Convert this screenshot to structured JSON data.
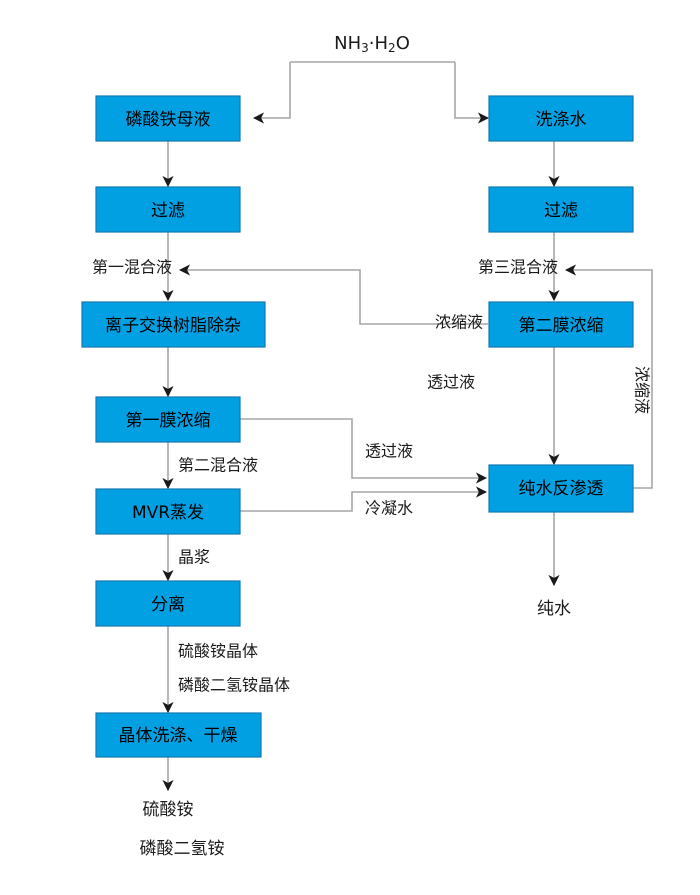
{
  "diagram": {
    "title": "NH3·H2O",
    "title_parts": {
      "a": "NH",
      "a_sub": "3",
      "mid": "·H",
      "b_sub": "2",
      "b": "O"
    },
    "colors": {
      "node_fill": "#00A0E3",
      "node_stroke": "#1577b5",
      "edge": "#a6a6a6",
      "text": "#1a1a1a",
      "background": "#ffffff"
    },
    "nodes": [
      {
        "id": "n1",
        "label": "磷酸铁母液"
      },
      {
        "id": "n2",
        "label": "过滤"
      },
      {
        "id": "n3",
        "label": "离子交换树脂除杂"
      },
      {
        "id": "n4",
        "label": "第一膜浓缩"
      },
      {
        "id": "n5",
        "label": "MVR蒸发"
      },
      {
        "id": "n6",
        "label": "分离"
      },
      {
        "id": "n7",
        "label": "晶体洗涤、干燥"
      },
      {
        "id": "n8",
        "label": "洗涤水"
      },
      {
        "id": "n9",
        "label": "过滤"
      },
      {
        "id": "n10",
        "label": "第二膜浓缩"
      },
      {
        "id": "n11",
        "label": "纯水反渗透"
      }
    ],
    "edge_labels": [
      {
        "id": "e1",
        "label": "第一混合液"
      },
      {
        "id": "e2",
        "label": "第三混合液"
      },
      {
        "id": "e3",
        "label": "浓缩液"
      },
      {
        "id": "e4",
        "label": "浓缩液"
      },
      {
        "id": "e5",
        "label": "透过液"
      },
      {
        "id": "e6",
        "label": "透过液"
      },
      {
        "id": "e7",
        "label": "冷凝水"
      },
      {
        "id": "e8",
        "label": "第二混合液"
      },
      {
        "id": "e9",
        "label": "晶浆"
      },
      {
        "id": "e10",
        "label": "硫酸铵晶体"
      },
      {
        "id": "e11",
        "label": "磷酸二氢铵晶体"
      }
    ],
    "outputs": [
      {
        "id": "o1",
        "label": "纯水"
      },
      {
        "id": "o2",
        "label": "硫酸铵"
      },
      {
        "id": "o3",
        "label": "磷酸二氢铵"
      }
    ]
  }
}
